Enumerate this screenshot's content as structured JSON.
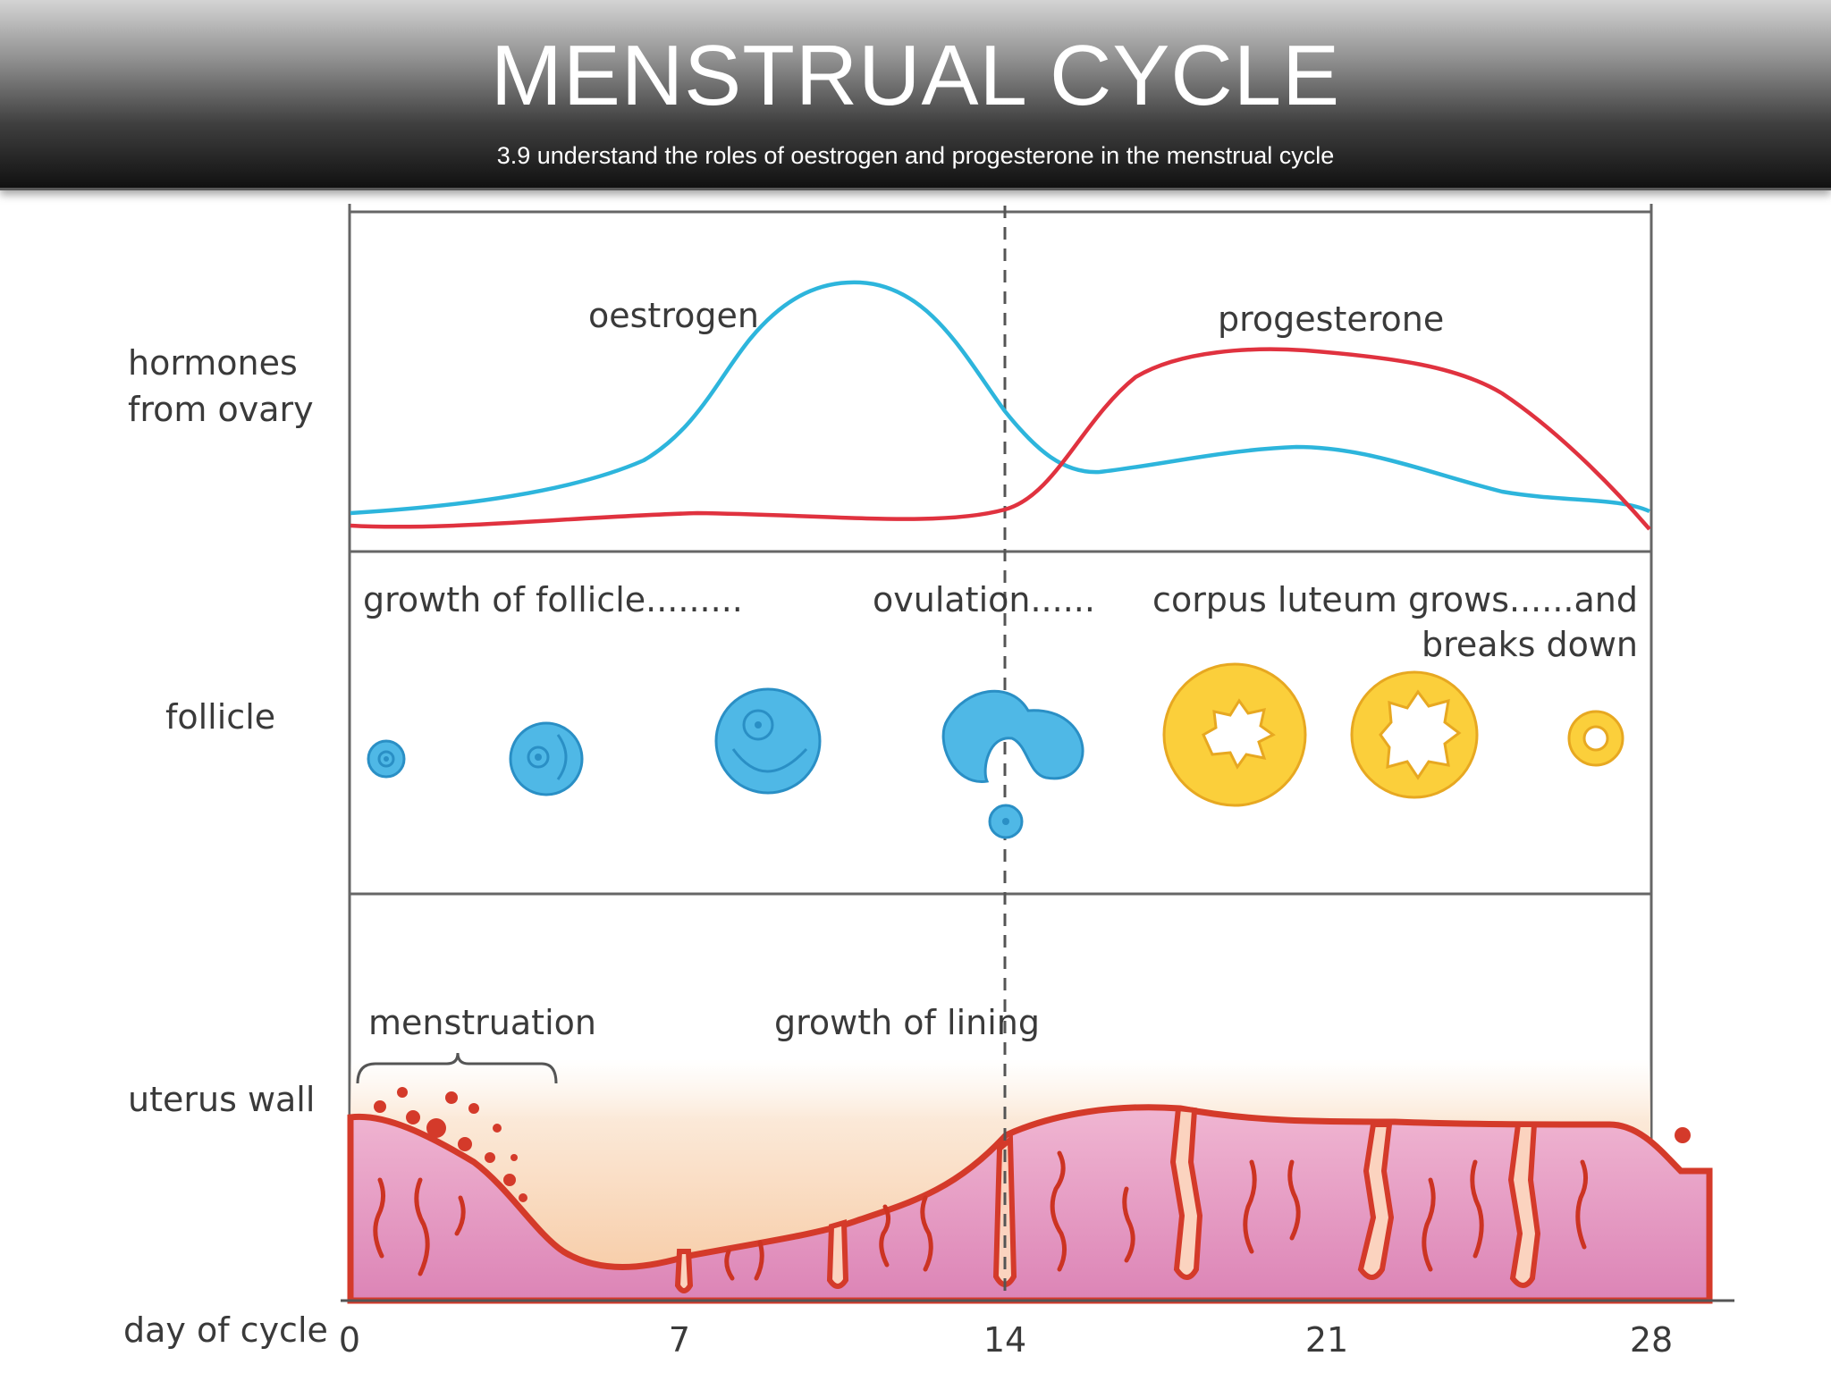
{
  "header": {
    "title": "MENSTRUAL CYCLE",
    "subtitle": "3.9 understand the roles of oestrogen and progesterone in the menstrual cycle"
  },
  "rows": {
    "hormones_line1": "hormones",
    "hormones_line2": "from ovary",
    "follicle": "follicle",
    "uterus": "uterus wall",
    "day": "day of cycle"
  },
  "hormones": {
    "oestrogen": "oestrogen",
    "progesterone": "progesterone"
  },
  "follicle_stages": {
    "growth": "growth of follicle.........",
    "ovulation": "ovulation......",
    "corpus_line1": "corpus luteum grows......and",
    "corpus_line2": "breaks down"
  },
  "uterus_stages": {
    "menstruation": "menstruation",
    "lining": "growth of lining"
  },
  "day_ticks": [
    "0",
    "7",
    "14",
    "21",
    "28"
  ],
  "colors": {
    "oestrogen": "#2db5dc",
    "progesterone": "#e0323f",
    "follicle": "#4fb8e6",
    "corpus_luteum": "#fbcf3b",
    "uterus": "#e58fbf",
    "lining_edge": "#d43a2a"
  }
}
